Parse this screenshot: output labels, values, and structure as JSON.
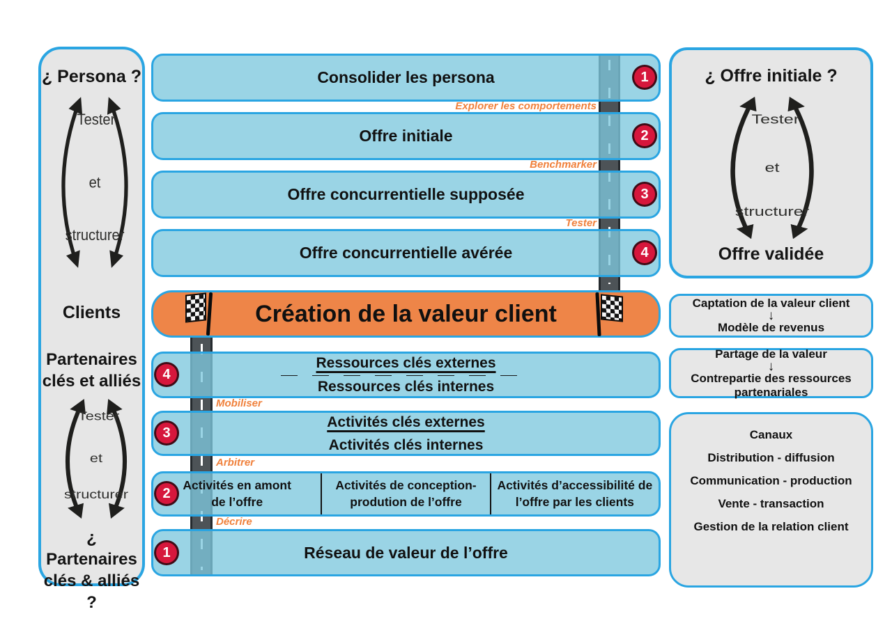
{
  "palette": {
    "border_blue": "#2aa5e2",
    "bar_fill": "#9ed6e6",
    "orange": "#ee8548",
    "orange_label": "#f0813c",
    "badge_red": "#d6173c",
    "panel_grey": "#e6e6e6",
    "road_grey": "#4d5357",
    "ink": "#111111"
  },
  "left_panel": {
    "title_top": "¿ Persona ?",
    "cycle_top": {
      "a": "Tester",
      "b": "et",
      "c": "structurer"
    },
    "label_clients": "Clients",
    "label_partners": "Partenaires\nclés et alliés",
    "cycle_bottom": {
      "a": "Tester",
      "b": "et",
      "c": "structurer"
    },
    "title_bottom": "¿ Partenaires\nclés & alliés ?"
  },
  "center": {
    "top_bars": [
      {
        "label": "Consolider les persona",
        "badge": "1"
      },
      {
        "label": "Offre initiale",
        "badge": "2"
      },
      {
        "label": "Offre concurrentielle supposée",
        "badge": "3"
      },
      {
        "label": "Offre concurrentielle avérée",
        "badge": "4"
      }
    ],
    "road_top_labels": {
      "l1": "Explorer les comportements",
      "l2": "Benchmarker",
      "l3": "Tester"
    },
    "milestone": "Création de la valeur client",
    "double_bars": [
      {
        "top": "Ressources clés externes",
        "bottom": "Ressources clés internes",
        "badge": "4"
      },
      {
        "top": "Activités clés externes",
        "bottom": "Activités clés internes",
        "badge": "3"
      }
    ],
    "road_bottom_labels": {
      "l1": "Mobiliser",
      "l2": "Arbitrer",
      "l3": "Décrire"
    },
    "activities_bar": {
      "badge": "2",
      "col1": "Activités en amont\nde l’offre",
      "col2": "Activités de conception-\nprodution de l’offre",
      "col3": "Activités d’accessibilité de\nl’offre par les clients"
    },
    "network_bar": {
      "badge": "1",
      "label": "Réseau de valeur de l’offre"
    }
  },
  "right_panel": {
    "title_top": "¿ Offre initiale ?",
    "cycle": {
      "a": "Tester",
      "b": "et",
      "c": "structurer"
    },
    "title_bottom": "Offre validée",
    "box_capture": {
      "line1": "Captation de la valeur client",
      "arrow": "↓",
      "line2": "Modèle de revenus"
    },
    "box_share": {
      "line1": "Partage de la valeur",
      "arrow": "↓",
      "line2": "Contrepartie des ressources\npartenariales"
    },
    "box_channels": {
      "title": "Canaux",
      "items": [
        "Distribution - diffusion",
        "Communication - production",
        "Vente - transaction",
        "Gestion de la relation client"
      ]
    }
  }
}
